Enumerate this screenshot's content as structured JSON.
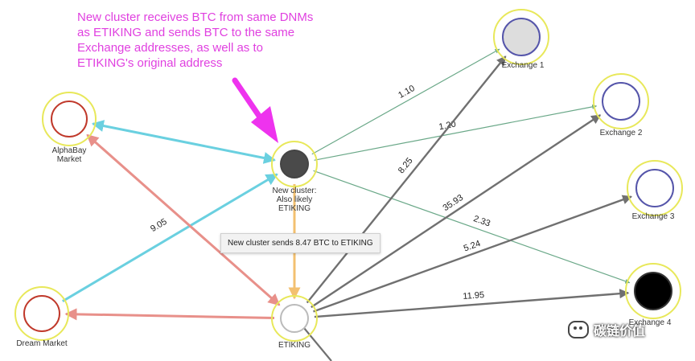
{
  "annotation": "New cluster receives BTC from same DNMs as ETIKING and sends BTC to the same Exchange addresses, as well as to ETIKING's original address",
  "tooltip": "New cluster sends 8.47 BTC to ETIKING",
  "watermark": "碳链价值",
  "nodes": [
    {
      "id": "alphabay",
      "label": [
        "AlphaBay",
        "Market"
      ],
      "ring": "#e8e85a",
      "stroke": "#c0392b",
      "fill": "#ffffff"
    },
    {
      "id": "dream",
      "label": [
        "Dream Market"
      ],
      "ring": "#e8e85a",
      "stroke": "#c0392b",
      "fill": "#ffffff"
    },
    {
      "id": "newcluster",
      "label": [
        "New cluster:",
        "Also likely",
        "ETIKING"
      ],
      "ring": "#e8e85a",
      "stroke": "#444444",
      "fill": "#4a4a4a"
    },
    {
      "id": "etiking",
      "label": [
        "ETIKING"
      ],
      "ring": "#e8e85a",
      "stroke": "#bbbbbb",
      "fill": "#ffffff"
    },
    {
      "id": "ex1",
      "label": [
        "Exchange 1"
      ],
      "ring": "#e8e85a",
      "stroke": "#5555aa",
      "fill": "#dddddd"
    },
    {
      "id": "ex2",
      "label": [
        "Exchange 2"
      ],
      "ring": "#e8e85a",
      "stroke": "#5555aa",
      "fill": "#ffffff"
    },
    {
      "id": "ex3",
      "label": [
        "Exchange 3"
      ],
      "ring": "#e8e85a",
      "stroke": "#5555aa",
      "fill": "#ffffff"
    },
    {
      "id": "ex4",
      "label": [
        "Exchange 4"
      ],
      "ring": "#e8e85a",
      "stroke": "#333333",
      "fill": "#000000"
    }
  ],
  "edges": [
    {
      "from": "newcluster",
      "to": "alphabay",
      "color": "#6ad0e0",
      "label": "",
      "bidir": true
    },
    {
      "from": "dream",
      "to": "newcluster",
      "color": "#6ad0e0",
      "label": "9.05",
      "bidir": false
    },
    {
      "from": "alphabay",
      "to": "etiking",
      "color": "#e8908a",
      "label": "",
      "bidir": true
    },
    {
      "from": "etiking",
      "to": "dream",
      "color": "#e8908a",
      "label": "",
      "bidir": false
    },
    {
      "from": "newcluster",
      "to": "etiking",
      "color": "#f3c070",
      "label": "",
      "bidir": false
    },
    {
      "from": "newcluster",
      "to": "ex1",
      "color": "#6aa888",
      "label": "1.10",
      "bidir": false
    },
    {
      "from": "newcluster",
      "to": "ex2",
      "color": "#6aa888",
      "label": "1.20",
      "bidir": false
    },
    {
      "from": "newcluster",
      "to": "ex4",
      "color": "#6aa888",
      "label": "2.33",
      "bidir": false
    },
    {
      "from": "etiking",
      "to": "ex1",
      "color": "#707070",
      "label": "8.25",
      "bidir": false
    },
    {
      "from": "etiking",
      "to": "ex2",
      "color": "#707070",
      "label": "35.93",
      "bidir": false
    },
    {
      "from": "etiking",
      "to": "ex3",
      "color": "#707070",
      "label": "5.24",
      "bidir": false
    },
    {
      "from": "etiking",
      "to": "ex4",
      "color": "#707070",
      "label": "11.95",
      "bidir": false
    }
  ]
}
